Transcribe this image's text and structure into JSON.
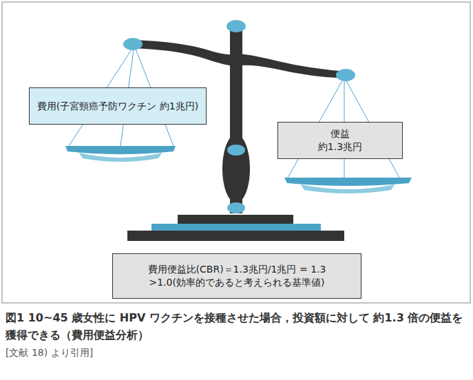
{
  "diagram": {
    "caption": "図1 10~45 歳女性に HPV ワクチンを接種させた場合，投資額に対して 約1.3 倍の便益を獲得できる（費用便益分析）",
    "nodes": [
      {
        "text": [
          "費用(子宮頸癌予防ワクチン 約1兆円)"
        ]
      },
      {
        "text": [
          "便益 約1.3兆円"
        ]
      },
      {
        "text": [
          "費用便益比(CBR)＝1.3兆円/1兆円 = 1.3 >1.0(効率的であると考えられる基準値)"
        ]
      }
    ],
    "labels": [
      "[文献 18) より引用]"
    ]
  }
}
